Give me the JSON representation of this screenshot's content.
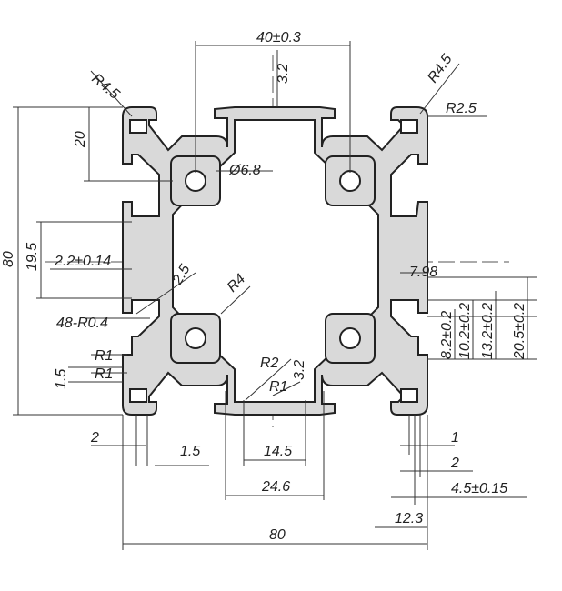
{
  "labels": {
    "top_width": "40±0.3",
    "top_slot": "3.2",
    "radius_tl": "R4.5",
    "radius_tr": "R4.5",
    "radius_r25": "R2.5",
    "dim_20": "20",
    "hole_dia": "Ø6.8",
    "overall_height": "80",
    "dim_195": "19.5",
    "dim_22": "2.2±0.14",
    "dim_25": "2.5",
    "radius_r4": "R4",
    "dim_798": "7.98",
    "chamfer": "48-R0.4",
    "dim_82": "8.2±0.2",
    "dim_102": "10.2±0.2",
    "dim_132": "13.2±0.2",
    "dim_205": "20.5±0.2",
    "radius_r1_a": "R1",
    "radius_r1_b": "R1",
    "dim_15_left": "1.5",
    "radius_r2": "R2",
    "radius_r1_c": "R1",
    "dim_32_bottom": "3.2",
    "dim_2_bottom": "2",
    "dim_15_bottom": "1.5",
    "dim_145": "14.5",
    "dim_246": "24.6",
    "overall_width": "80",
    "dim_1_right": "1",
    "dim_2_right": "2",
    "dim_45": "4.5±0.15",
    "dim_123": "12.3"
  }
}
